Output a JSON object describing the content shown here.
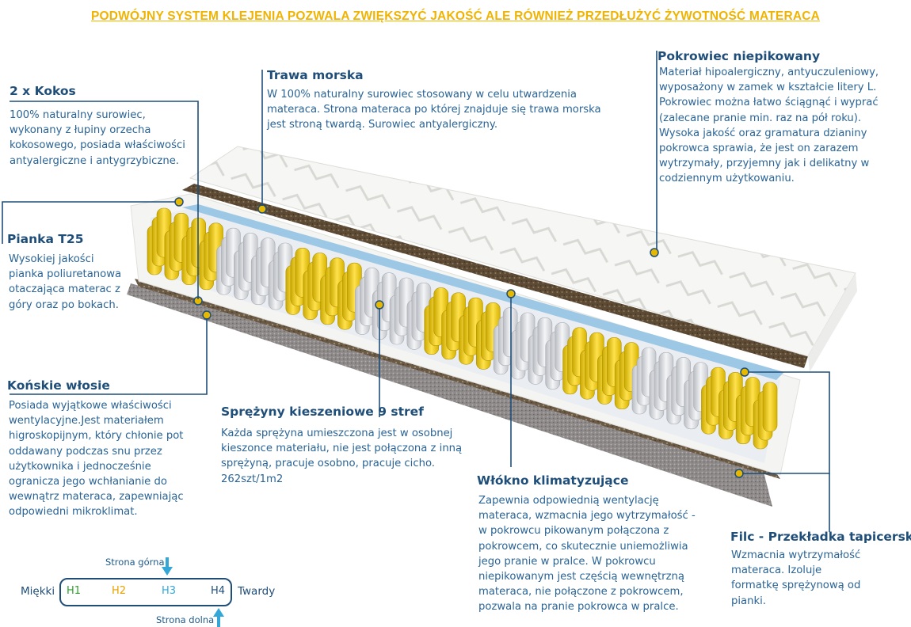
{
  "headline": "PODWÓJNY SYSTEM KLEJENIA POZWALA ZWIĘKSZYĆ JAKOŚĆ ALE RÓWNIEŻ PRZEDŁUŻYĆ ŻYWOTNOŚĆ MATERACA",
  "colors": {
    "headline": "#f0b400",
    "title": "#1f4e79",
    "text": "#2a6496",
    "callout_line": "#1f4e79",
    "dot": "#e6b800",
    "h1": "#2e9e2e",
    "h2": "#e8a000",
    "h3": "#33a8d8",
    "h4": "#1f4e79"
  },
  "callouts": {
    "kokos": {
      "title": "2 x Kokos",
      "text": "100% naturalny surowiec,\nwykonany z łupiny orzecha\nkokosowego, posiada właściwości\nantyalergiczne i antygrzybiczne."
    },
    "trawa": {
      "title": "Trawa morska",
      "text": "W 100% naturalny surowiec stosowany w celu utwardzenia\nmateraca. Strona materaca po której znajduje się trawa morska\njest stroną twardą. Surowiec antyalergiczny."
    },
    "pokrowiec": {
      "title": "Pokrowiec  niepikowany",
      "text": "Materiał hipoalergiczny, antyuczuleniowy,\nwyposażony w zamek w kształcie litery L.\nPokrowiec można łatwo ściągnąć i wyprać\n(zalecane pranie min.  raz na pół roku).\nWysoka jakość oraz gramatura dzianiny\npokrowca sprawia, że jest on zarazem\nwytrzymały, przyjemny jak i delikatny w\ncodziennym użytkowaniu."
    },
    "pianka": {
      "title": "Pianka T25",
      "text": "Wysokiej jakości\npianka poliuretanowa\notaczająca materac z\ngóry oraz po bokach."
    },
    "konskie": {
      "title": "Końskie włosie",
      "text": "Posiada wyjątkowe właściwości\nwentylacyjne.Jest materiałem\nhigroskopijnym, który chłonie pot\noddawany podczas snu przez\nużytkownika i jednocześnie\nogranicza jego wchłanianie do\nwewnątrz materaca, zapewniając\nodpowiedni mikroklimat."
    },
    "sprezyny": {
      "title": "Sprężyny kieszeniowe 9 stref",
      "text": "Każda sprężyna umieszczona jest w osobnej\nkieszonce materiału, nie jest połączona z inną\nsprężyną, pracuje osobno, pracuje cicho.\n262szt/1m2"
    },
    "wlokno": {
      "title": "Włókno klimatyzujące",
      "text": "Zapewnia odpowiednią wentylację\nmateraca, wzmacnia jego wytrzymałość -\nw pokrowcu pikowanym połączona z\npokrowcem, co skutecznie uniemożliwia\njego pranie w pralce. W pokrowcu\nniepikowanym jest częścią wewnętrzną\nmateraca, nie połączone z pokrowcem,\npozwala na pranie pokrowca w pralce."
    },
    "filc": {
      "title": "Filc - Przekładka tapicerska",
      "text": "Wzmacnia wytrzymałość\nmateraca. Izoluje\nformatkę sprężynową od\npianki."
    }
  },
  "scale": {
    "soft_label": "Miękki",
    "hard_label": "Twardy",
    "top_side": "Strona górna",
    "bottom_side": "Strona dolna",
    "levels": [
      "H1",
      "H2",
      "H3",
      "H4"
    ]
  }
}
